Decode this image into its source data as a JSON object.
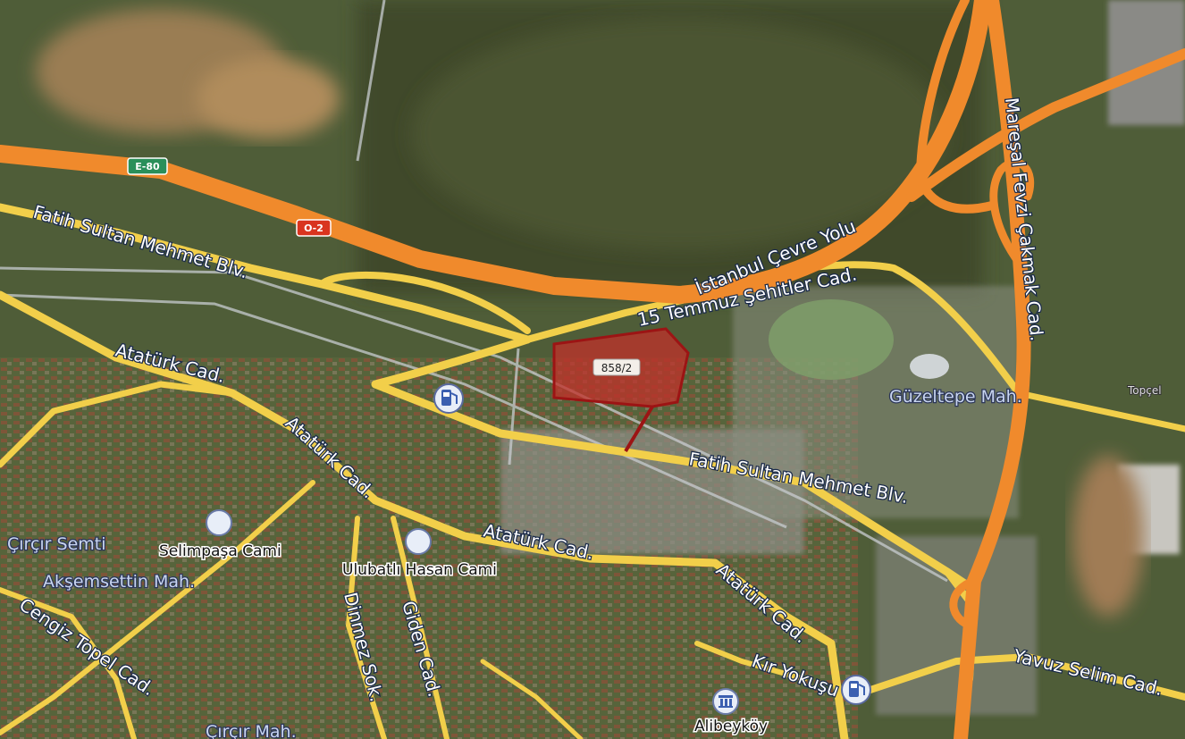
{
  "map": {
    "roads": {
      "ring_road": "İstanbul Çevre Yolu",
      "fatih_top": "Fatih Sultan Mehmet Blv.",
      "fatih_mid": "Fatih Sultan Mehmet Blv.",
      "ataturk_1": "Atatürk Cad.",
      "ataturk_2": "Atatürk Cad.",
      "ataturk_3": "Atatürk Cad.",
      "ataturk_4": "Atatürk Cad.",
      "temmuz": "15 Temmuz Şehitler Cad.",
      "maresal": "Mareşal Fevzi Çakmak Cad.",
      "yavuz": "Yavuz Selim Cad.",
      "cengiz": "Cengiz Topel Cad.",
      "dinmez": "Dinmez Sok.",
      "giden": "Giden Cad.",
      "kiryokusu": "Kır Yokuşu"
    },
    "neighborhoods": {
      "guzeltepe": "Güzeltepe Mah.",
      "aksemsettin": "Akşemsettin Mah.",
      "circir_semti": "Çırçır Semti",
      "circir_mah": "Çırçır Mah."
    },
    "places": {
      "selimpasa": "Selimpaşa Cami",
      "ulubatli": "Ulubatlı Hasan Cami",
      "alibeykoy": "Alibeyköy",
      "topcel": "Topçel"
    },
    "shields": {
      "e80": "E-80",
      "o2": "O-2"
    },
    "parcel": {
      "label": "858/2",
      "color": "#c0302a"
    },
    "colors": {
      "highway": "#f08a2c",
      "main_road": "#f2cf4a",
      "vegetation": "#4a5a32"
    }
  }
}
